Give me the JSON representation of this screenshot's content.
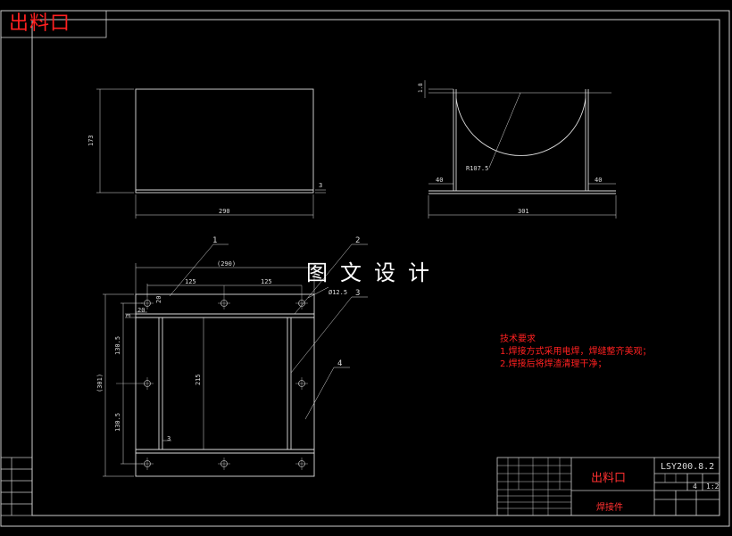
{
  "title_corner": "出料口",
  "watermark": "图文设计",
  "tech_notes": {
    "heading": "技术要求",
    "items": [
      "1.焊接方式采用电焊，焊缝整齐美观；",
      "2.焊接后将焊渣清理干净；"
    ]
  },
  "title_block": {
    "name": "出料口",
    "drawing_no": "LSY200.8.2",
    "part_type": "焊接件",
    "quantity": "4",
    "scale": "1:2"
  },
  "front_view": {
    "width_dim": "290",
    "height_dim": "173",
    "thickness_dim": "3"
  },
  "side_view": {
    "width_dim": "301",
    "radius_dim": "R107.5",
    "left_flange": "40",
    "right_flange": "40",
    "top_dim": "1.8"
  },
  "top_view": {
    "overall_width": "(290)",
    "hole_spacing_left": "125",
    "hole_spacing_right": "125",
    "overall_height": "(301)",
    "upper_half": "130.5",
    "lower_half": "130.5",
    "inner_height": "215",
    "hole_offset": "20",
    "edge_offset": "20",
    "plate_thickness": "3",
    "bottom_thickness": "3",
    "hole_diameter": "Ø12.5",
    "balloons": [
      "1",
      "2",
      "3",
      "4"
    ]
  }
}
